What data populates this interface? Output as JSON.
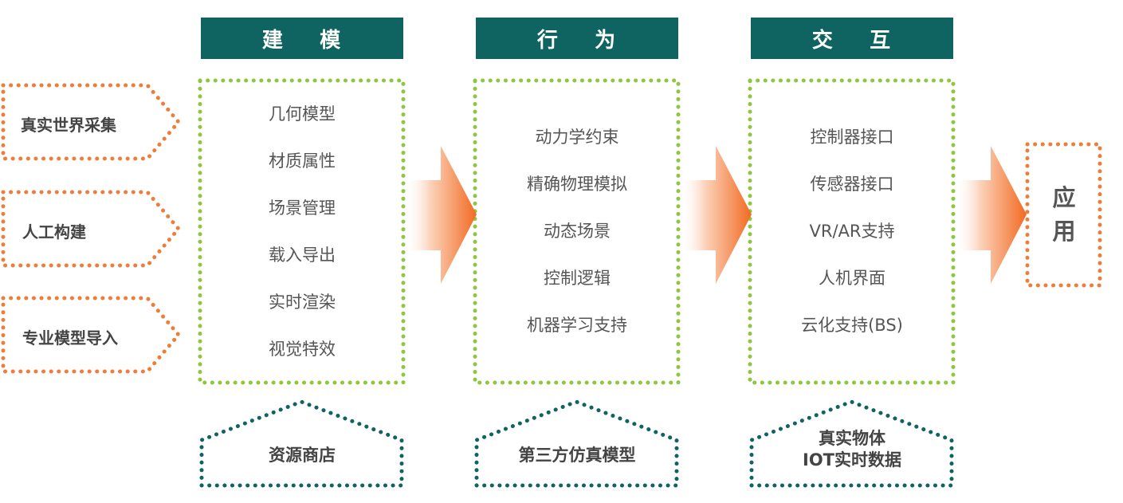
{
  "colors": {
    "header": "#0f6462",
    "stage_border": "#8dc63f",
    "input_border": "#ee7d3b",
    "base_border": "#0f6462",
    "arrow": "#f26a21"
  },
  "inputs": [
    {
      "label": "真实世界采集"
    },
    {
      "label": "人工构建"
    },
    {
      "label": "专业模型导入"
    }
  ],
  "stages": [
    {
      "title": "建    模",
      "items": [
        "几何模型",
        "材质属性",
        "场景管理",
        "载入导出",
        "实时渲染",
        "视觉特效"
      ],
      "base": [
        "资源商店"
      ]
    },
    {
      "title": "行    为",
      "items": [
        "动力学约束",
        "精确物理模拟",
        "动态场景",
        "控制逻辑",
        "机器学习支持"
      ],
      "base": [
        "第三方仿真模型"
      ]
    },
    {
      "title": "交    互",
      "items": [
        "控制器接口",
        "传感器接口",
        "VR/AR支持",
        "人机界面",
        "云化支持(BS)"
      ],
      "base": [
        "真实物体",
        "IOT实时数据"
      ]
    }
  ],
  "output": {
    "label_lines": [
      "应",
      "用"
    ]
  }
}
